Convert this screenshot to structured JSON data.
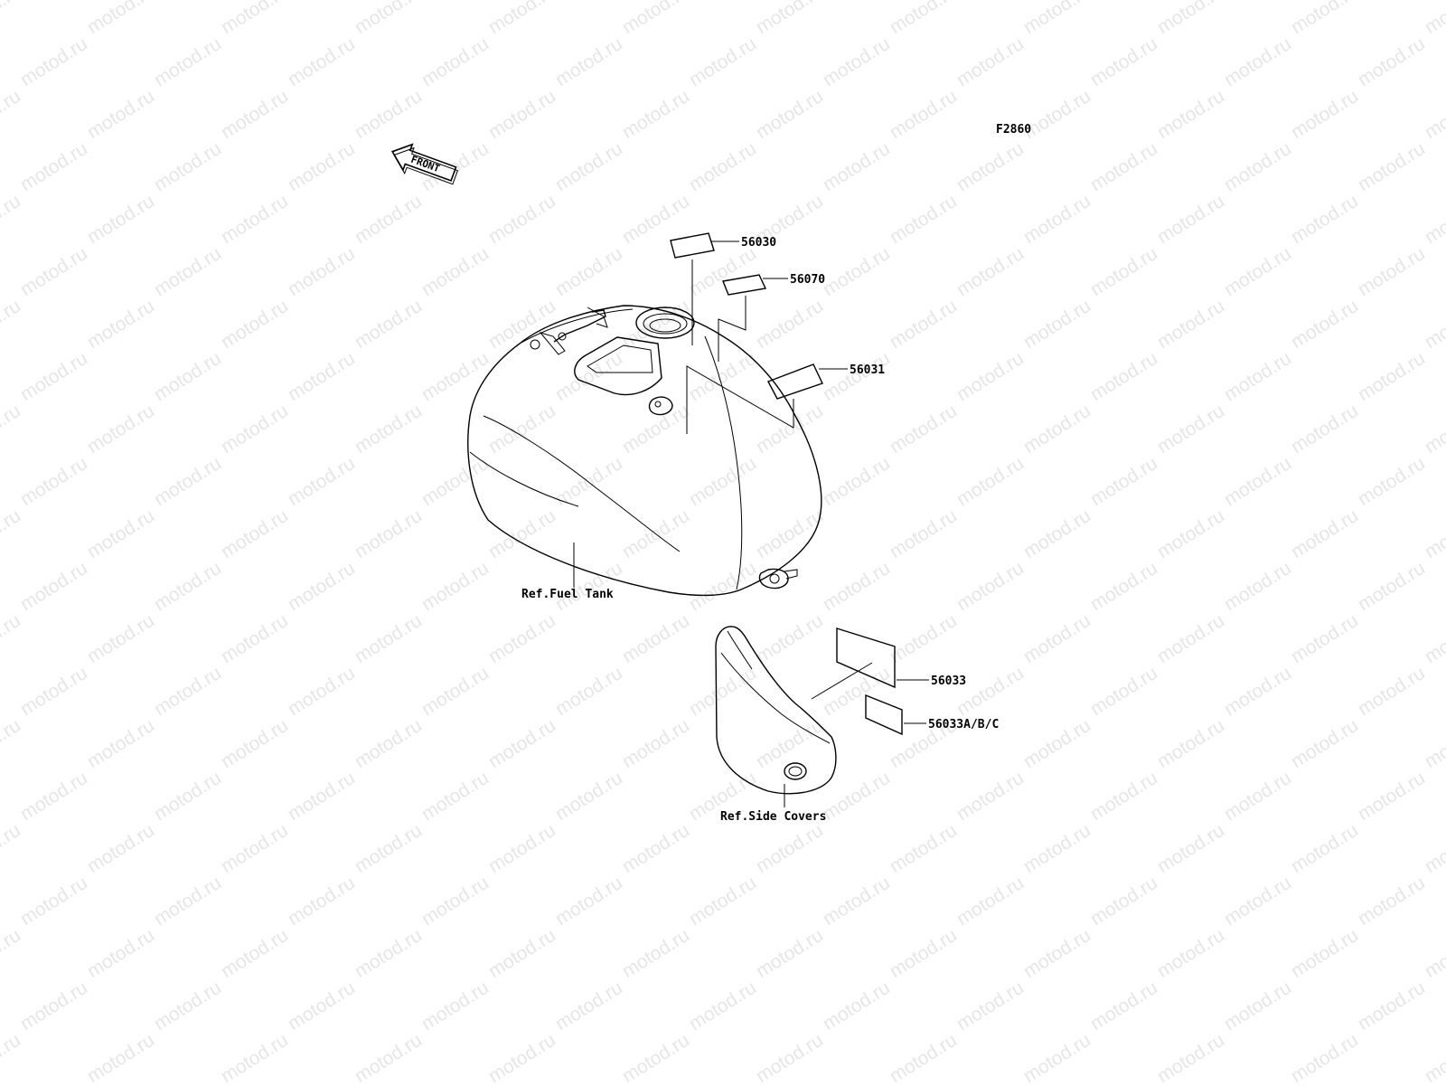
{
  "figure_code": "F2860",
  "front_arrow": {
    "label": "FRONT",
    "icon": "front-direction-arrow-icon"
  },
  "watermark": {
    "text": "motod.ru",
    "color": "#e6e6e6"
  },
  "parts": [
    {
      "number": "56030"
    },
    {
      "number": "56070"
    },
    {
      "number": "56031"
    },
    {
      "number": "56033"
    },
    {
      "number": "56033A/B/C"
    }
  ],
  "references": [
    {
      "label": "Ref.Fuel Tank"
    },
    {
      "label": "Ref.Side Covers"
    }
  ]
}
